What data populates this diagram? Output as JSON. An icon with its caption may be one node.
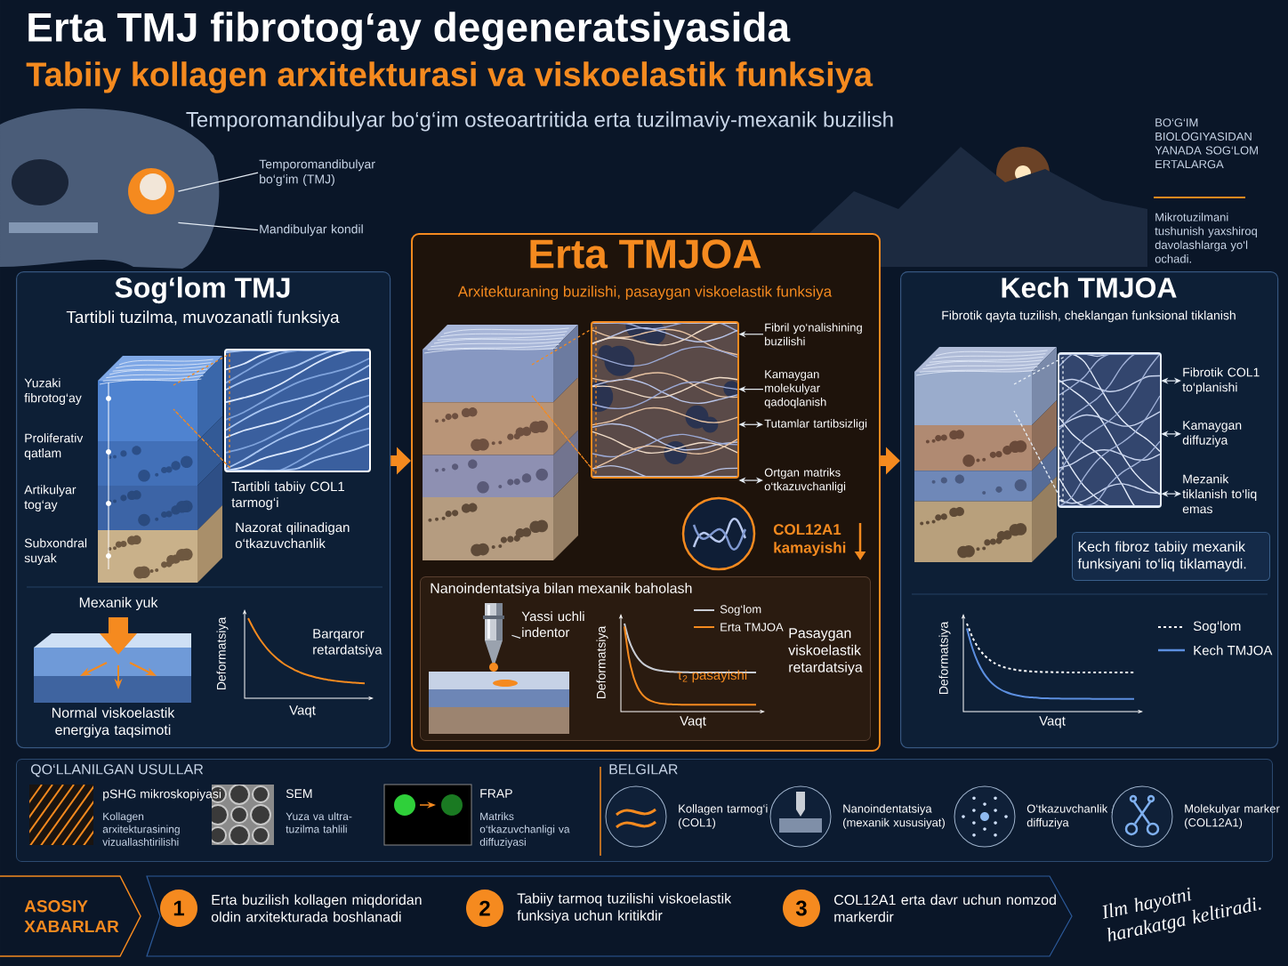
{
  "diagram": {
    "title": "Erta TMJ fibrotog‘ay degeneratsiyasida",
    "nodes": [
      {
        "text": [],
        "shape": "picture"
      },
      {
        "text": [
          "Temporomandibulyar bo‘g‘im (TMJ)"
        ]
      },
      {
        "text": [
          "Mandibulyar kondil"
        ]
      },
      {
        "text": [
          "Sog‘lom TMJ",
          "Tartibli tuzilma, muvozanatli funksiya"
        ]
      },
      {
        "text": [],
        "shape": "picture",
        "in": 3
      },
      {
        "text": [],
        "shape": "picture",
        "in": 3
      },
      {
        "text": [
          "Erta TMJOA",
          "Arxitekturaning buzilishi, pasaygan viskoelastik funksiya"
        ]
      },
      {
        "text": [],
        "shape": "picture",
        "in": 6
      },
      {
        "text": [],
        "shape": "picture",
        "in": 6
      },
      {
        "text": [
          "Fibril yo‘nalishining buzilishi"
        ],
        "in": 6
      },
      {
        "text": [
          "Kamaygan molekulyar qadoqlanish"
        ],
        "in": 6
      },
      {
        "text": [
          "Tutamlar tartibsizligi"
        ],
        "in": 6
      },
      {
        "text": [
          "Ortgan matriks o‘tkazuvchanligi"
        ],
        "in": 6
      },
      {
        "text": [
          "Nanoindentatsiya bilan mexanik baholash"
        ],
        "in": 6
      },
      {
        "text": [
          "Yassi uchli indentor"
        ],
        "in": 13
      },
      {
        "text": [],
        "shape": "picture",
        "in": 13
      },
      {
        "text": [
          "Kech TMJOA",
          "Fibrotik qayta tuzilish, cheklangan funksional tiklanish"
        ]
      },
      {
        "text": [],
        "shape": "picture",
        "in": 16
      },
      {
        "text": [],
        "shape": "picture",
        "in": 16
      },
      {
        "text": [
          "Fibrotik COL1 to‘planishi"
        ],
        "in": 16
      },
      {
        "text": [
          "Kamaygan diffuziya"
        ],
        "in": 16
      },
      {
        "text": [
          "Mezanik tiklanish to‘liq emas"
        ],
        "in": 16
      },
      {
        "text": [
          "Kech fibroz tabiiy mexanik funksiyani to‘liq tiklamaydi."
        ],
        "in": 16
      },
      {
        "text": [
          "QO‘LLANILGAN USULLAR",
          "BELGILAR"
        ]
      },
      {
        "text": [
          "ASOSIY XABARLAR"
        ]
      },
      {
        "text": [
          "1"
        ],
        "beside": [
          "Erta buzilish kollagen miqdoridan oldin arxitekturada boshlanadi"
        ]
      },
      {
        "text": [
          "2"
        ],
        "beside": [
          "Tabiiy tarmoq tuzilishi viskoelastik funksiya uchun kritikdir"
        ]
      },
      {
        "text": [
          "3"
        ],
        "beside": [
          "COL12A1 erta davr uchun nomzod markerdir"
        ]
      }
    ],
    "edges": [
      {
        "from": 1,
        "to": 0,
        "arrow": "none"
      },
      {
        "from": 2,
        "to": 0,
        "arrow": "none"
      },
      {
        "from": 3,
        "to": 6,
        "arrow": "to",
        "style": "thick",
        "color": "#f58a1f"
      },
      {
        "from": 6,
        "to": 16,
        "arrow": "to",
        "style": "thick",
        "color": "#f58a1f"
      },
      {
        "from": 4,
        "to": 5,
        "arrow": "none",
        "style": "dashed",
        "color": "#f58a1f"
      },
      {
        "from": 7,
        "to": 8,
        "arrow": "none",
        "style": "dashed",
        "color": "#f58a1f"
      },
      {
        "from": 9,
        "to": 8,
        "arrow": "to"
      },
      {
        "from": 10,
        "to": 8,
        "arrow": "to"
      },
      {
        "from": 11,
        "to": 8,
        "arrow": "both"
      },
      {
        "from": 12,
        "to": 8,
        "arrow": "both"
      },
      {
        "from": 17,
        "to": 18,
        "arrow": "none",
        "style": "dashed"
      },
      {
        "from": 19,
        "to": 18,
        "arrow": "both"
      },
      {
        "from": 20,
        "to": 18,
        "arrow": "both"
      },
      {
        "from": 21,
        "to": 18,
        "arrow": "both"
      },
      {
        "from": 14,
        "to": 15,
        "arrow": "none"
      }
    ],
    "labels": [
      "Tabiiy kollagen arxitekturasi va viskoelastik funksiya",
      "Temporomandibulyar bo‘g‘im osteoartritida erta tuzilmaviy-mexanik buzilish",
      "BO‘G‘IM BIOLOGIYASIDAN YANADA SOG‘LOM ERTALARGA",
      "Mikrotuzilmani tushunish yaxshiroq davolashlarga yo‘l ochadi.",
      "Yuzaki fibrotog‘ay",
      "Proliferativ qatlam",
      "Artikulyar tog‘ay",
      "Subxondral suyak",
      "Tartibli tabiiy COL1 tarmog‘i",
      "Nazorat qilinadigan o‘tkazuvchanlik",
      "Mexanik yuk",
      "Normal viskoelastik energiya taqsimoti",
      "Deformatsiya",
      "Vaqt",
      "Barqaror retardatsiya",
      "COL12A1 kamayishi",
      "Deformatsiya",
      "Vaqt",
      "Sog‘lom",
      "Erta TMJOA",
      "τ$_{2}$ pasayishi",
      "Pasaygan viskoelastik retardatsiya",
      "Deformatsiya",
      "Vaqt",
      "Sog‘lom",
      "Kech TMJOA",
      "pSHG mikroskopiyasi",
      "Kollagen arxitekturasining vizuallashtirilishi",
      "SEM",
      "Yuza va ultra-tuzilma tahlili",
      "FRAP",
      "Matriks o‘tkazuvchanligi va diffuziyasi",
      "Ilm hayotni harakatga keltiradi."
    ],
    "legend": [
      {
        "text": "Kollagen tarmog‘i (COL1)"
      },
      {
        "text": "Nanoindentatsiya (mexanik xususiyat)"
      },
      {
        "text": "O‘tkazuvchanlik / diffuziya"
      },
      {
        "text": "Molekulyar marker (COL12A1)"
      }
    ]
  }
}
